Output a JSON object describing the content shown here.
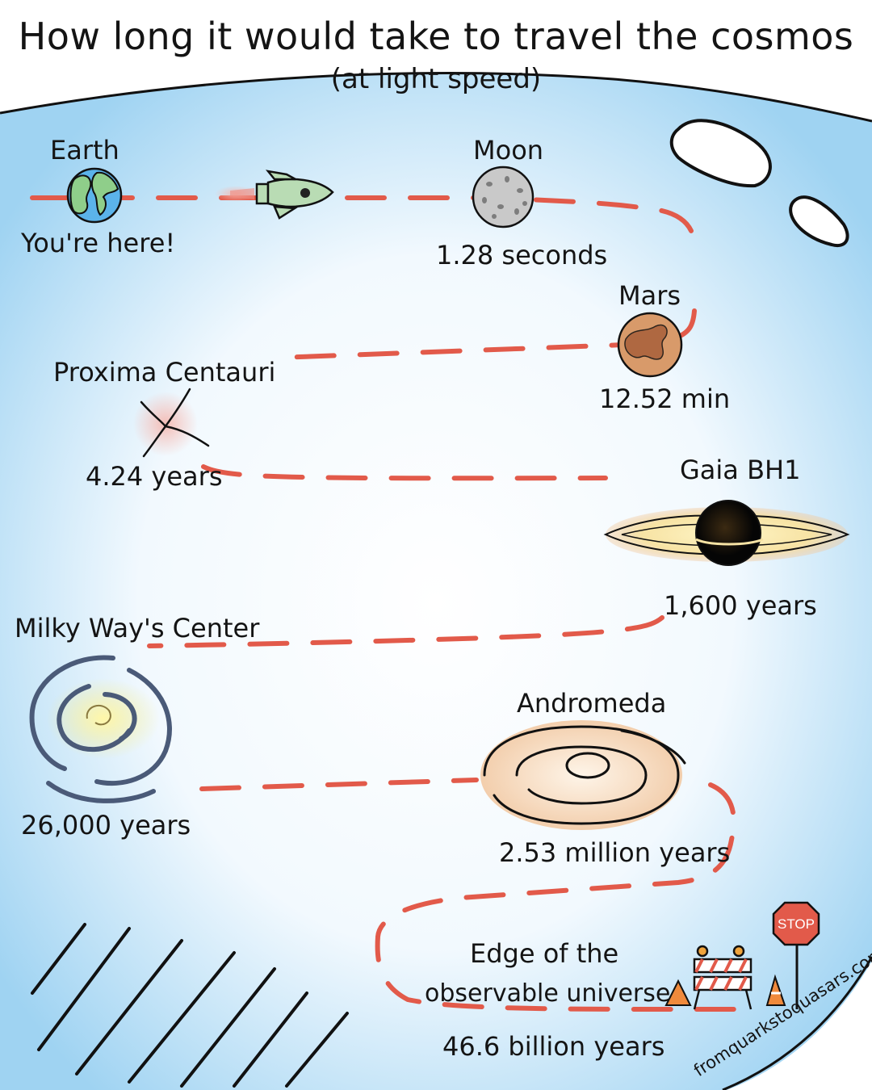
{
  "title": "How long it would take to travel the cosmos",
  "subtitle": "(at light speed)",
  "stops": [
    {
      "name": "Earth",
      "note": "You're here!"
    },
    {
      "name": "Moon",
      "time": "1.28 seconds"
    },
    {
      "name": "Mars",
      "time": "12.52 min"
    },
    {
      "name": "Proxima Centauri",
      "time": "4.24 years"
    },
    {
      "name": "Gaia BH1",
      "time": "1,600 years"
    },
    {
      "name": "Milky Way's Center",
      "time": "26,000 years"
    },
    {
      "name": "Andromeda",
      "time": "2.53 million years"
    },
    {
      "name": "Edge of the",
      "name_line2": "observable universe",
      "time": "46.6 billion years"
    }
  ],
  "stop_sign": "STOP",
  "credit": "fromquarkstoquasars.com",
  "colors": {
    "path": "#e25a4a",
    "background_center": "#ffffff",
    "background_edge": "#9fd3f2",
    "earth_ocean": "#5bb3ea",
    "earth_land": "#8fce8a",
    "mars": "#d89a6a",
    "moon": "#c9c9c9"
  },
  "icons": {
    "rocket": "rocket-icon",
    "earth": "earth-icon",
    "moon": "moon-icon",
    "mars": "mars-icon",
    "star": "star-icon",
    "black_hole": "black-hole-icon",
    "galaxy": "galaxy-icon",
    "andromeda": "andromeda-galaxy-icon",
    "barrier": "road-barrier-icon",
    "traffic_cone": "traffic-cone-icon",
    "stop_sign": "stop-sign-icon",
    "window": "porthole-window-icon"
  }
}
